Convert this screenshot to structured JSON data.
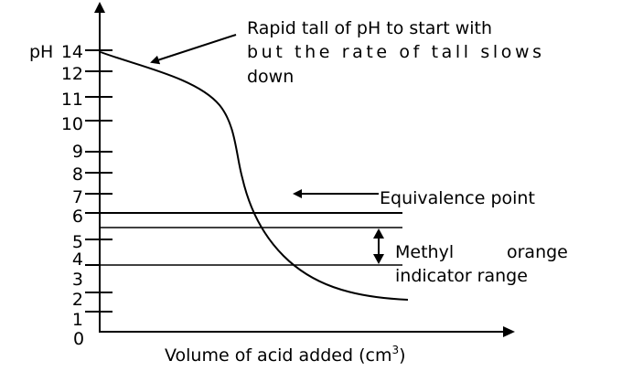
{
  "title_annotation": [
    "Rapid tall of pH to start with",
    "but the rate of tall slows",
    "down"
  ],
  "y_axis": {
    "label": "pH",
    "ticks": [
      {
        "label": "14",
        "value": 14
      },
      {
        "label": "12",
        "value": 12
      },
      {
        "label": "11",
        "value": 11
      },
      {
        "label": "10",
        "value": 10
      },
      {
        "label": "9",
        "value": 9
      },
      {
        "label": "8",
        "value": 8
      },
      {
        "label": "7",
        "value": 7
      },
      {
        "label": "6",
        "value": 6
      },
      {
        "label": "5",
        "value": 5
      },
      {
        "label": "4",
        "value": 4
      },
      {
        "label": "3",
        "value": 3
      },
      {
        "label": "2",
        "value": 2
      },
      {
        "label": "1",
        "value": 1
      }
    ],
    "origin": "0"
  },
  "x_axis": {
    "label": "Volume of acid added (cm",
    "unit_superscript": "3",
    "label_end": ")"
  },
  "equivalence_label": "Equivalence point",
  "indicator_label": {
    "line1_a": "Methyl",
    "line1_b": "orange",
    "line2": "indicator range"
  }
}
